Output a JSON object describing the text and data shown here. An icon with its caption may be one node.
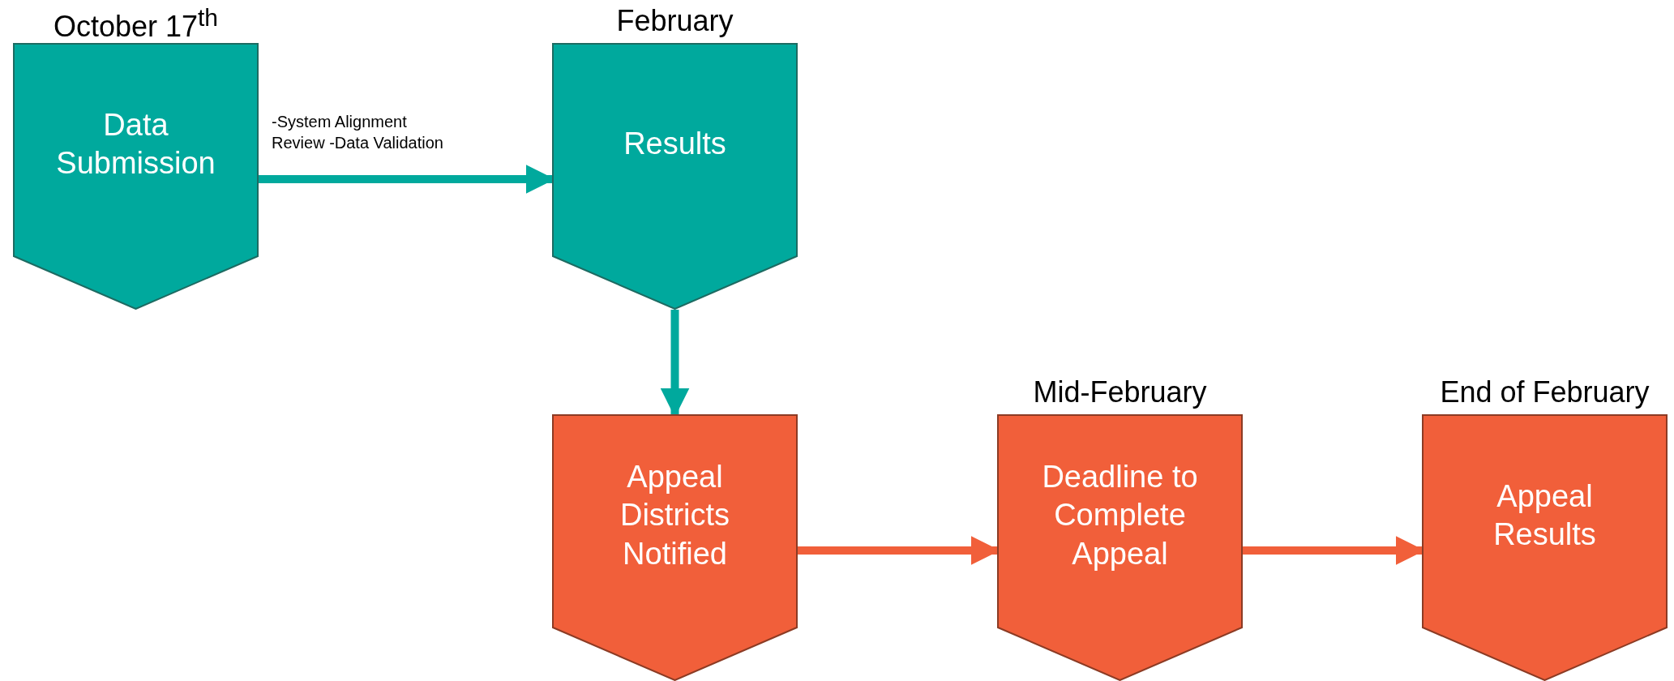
{
  "diagram": {
    "nodes": [
      {
        "text": [
          "Data Submission"
        ],
        "beside": [
          "October 17$^{th}$"
        ]
      },
      {
        "text": [
          "Results"
        ],
        "beside": [
          "February"
        ]
      },
      {
        "text": [
          "Appeal Districts Notified"
        ]
      },
      {
        "text": [
          "Deadline to Complete Appeal"
        ],
        "beside": [
          "Mid-February"
        ]
      },
      {
        "text": [
          "Appeal Results"
        ],
        "beside": [
          "End of February"
        ]
      }
    ],
    "edges": [
      {
        "from": 0,
        "to": 1,
        "arrow": "to",
        "label": "-System Alignment Review -Data Validation",
        "color": "#00a99d"
      },
      {
        "from": 1,
        "to": 2,
        "arrow": "to",
        "color": "#00a99d"
      },
      {
        "from": 2,
        "to": 3,
        "arrow": "to",
        "color": "#f15f3a"
      },
      {
        "from": 3,
        "to": 4,
        "arrow": "to",
        "color": "#f15f3a"
      }
    ]
  }
}
